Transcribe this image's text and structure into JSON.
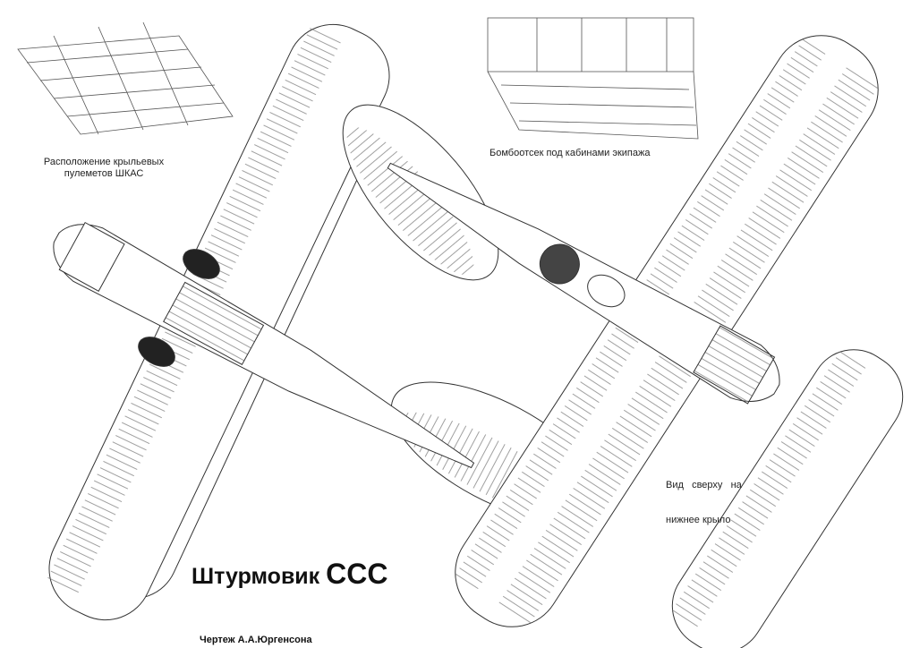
{
  "title": {
    "main": "Штурмовик",
    "suffix": "ССС"
  },
  "credit": "Чертеж А.А.Юргенсона",
  "captions": {
    "wing_guns_line1": "Расположение крыльевых",
    "wing_guns_line2": "пулеметов ШКАС",
    "bomb_bay": "Бомбоотсек под кабинами экипажа",
    "lower_wing_line1": "Вид   сверху   на",
    "lower_wing_line2": "нижнее крыло"
  },
  "colors": {
    "line": "#333333",
    "background": "#ffffff"
  }
}
